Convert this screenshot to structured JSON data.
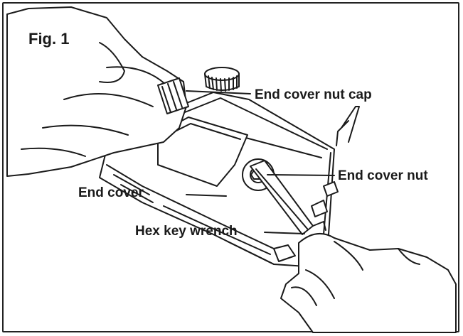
{
  "figure": {
    "title": "Fig. 1",
    "labels": {
      "end_cover_nut_cap": "End cover nut cap",
      "end_cover_nut": "End cover nut",
      "end_cover": "End cover",
      "hex_key_wrench": "Hex key wrench"
    },
    "colors": {
      "ink": "#1a1a1a",
      "frame": "#222222",
      "background": "#ffffff"
    }
  }
}
